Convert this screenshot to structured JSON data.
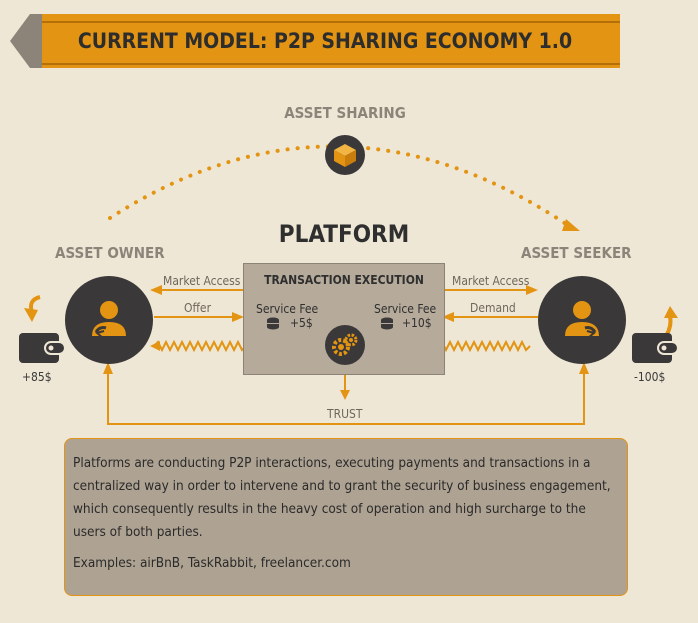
{
  "banner": {
    "title": "CURRENT MODEL: P2P SHARING ECONOMY 1.0"
  },
  "labels": {
    "asset_sharing": "ASSET SHARING",
    "platform": "PLATFORM",
    "asset_owner": "ASSET OWNER",
    "asset_seeker": "ASSET SEEKER",
    "transaction_execution": "TRANSACTION EXECUTION",
    "market_access_left": "Market Access",
    "market_access_right": "Market Access",
    "offer": "Offer",
    "demand": "Demand",
    "trust": "TRUST"
  },
  "fees": {
    "left": {
      "label": "Service Fee",
      "amount": "+5$"
    },
    "right": {
      "label": "Service Fee",
      "amount": "+10$"
    }
  },
  "wallets": {
    "owner": {
      "amount": "+85$"
    },
    "seeker": {
      "amount": "-100$"
    }
  },
  "note": {
    "text": "Platforms are conducting P2P interactions, executing payments and transactions in a centralized way in order to intervene and to grant the security of business engagement, which consequently results in the heavy cost of operation and high surcharge to the users of both parties.",
    "examples": "Examples: airBnB, TaskRabbit, freelancer.com"
  },
  "colors": {
    "accent": "#e39412",
    "dark": "#3a3838",
    "background": "#efe7d6",
    "box": "#b6ab9b"
  },
  "icons": [
    "package-icon",
    "user-exchange-icon",
    "wallet-icon",
    "coin-stack-icon",
    "gears-icon",
    "arrow-icon"
  ]
}
